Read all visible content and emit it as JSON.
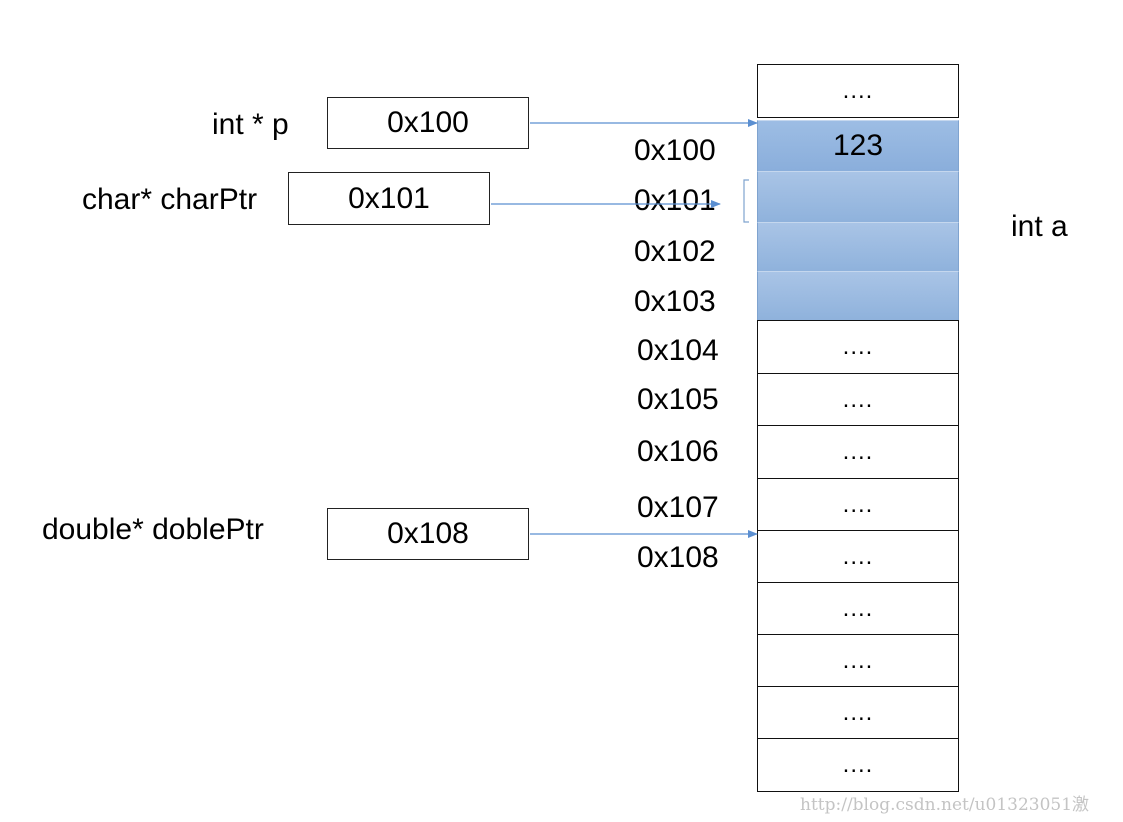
{
  "pointers": [
    {
      "label": "int * p",
      "value": "0x100"
    },
    {
      "label": "char* charPtr",
      "value": "0x101"
    },
    {
      "label": "double* doblePtr",
      "value": "0x108"
    }
  ],
  "memory": {
    "top_cell": "....",
    "cells": [
      {
        "address": "0x100",
        "content": "123"
      },
      {
        "address": "0x101",
        "content": ""
      },
      {
        "address": "0x102",
        "content": ""
      },
      {
        "address": "0x103",
        "content": ""
      },
      {
        "address": "0x104",
        "content": "...."
      },
      {
        "address": "0x105",
        "content": "...."
      },
      {
        "address": "0x106",
        "content": "...."
      },
      {
        "address": "0x107",
        "content": "...."
      },
      {
        "address": "0x108",
        "content": "...."
      },
      {
        "address": "",
        "content": "...."
      },
      {
        "address": "",
        "content": "...."
      },
      {
        "address": "",
        "content": "...."
      },
      {
        "address": "",
        "content": "...."
      }
    ],
    "variable_label": "int a"
  },
  "colors": {
    "highlight": "#9dbde4",
    "arrow": "#5b8fd1"
  },
  "watermark": "http://blog.csdn.net/u01323051激"
}
